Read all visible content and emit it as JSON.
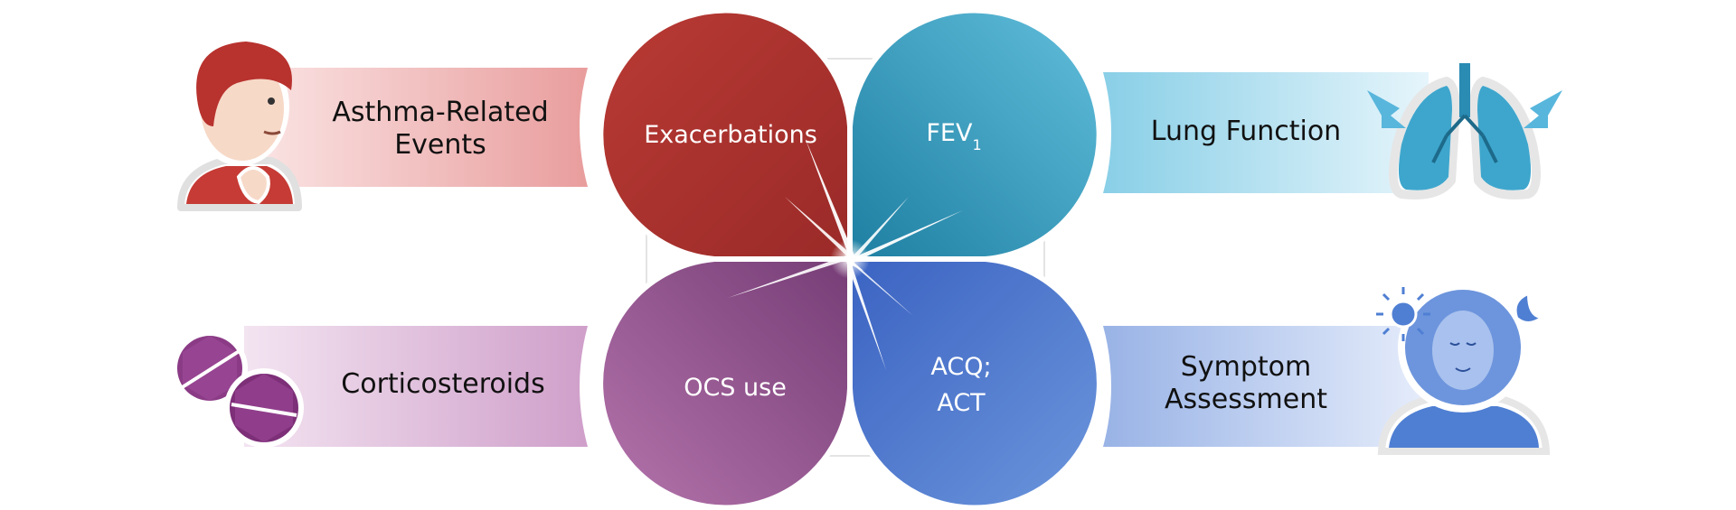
{
  "petals": {
    "top_left": "Exacerbations",
    "top_right_main": "FEV",
    "top_right_sub": "1",
    "bottom_left": "OCS use",
    "bottom_right_line1": "ACQ;",
    "bottom_right_line2": "ACT"
  },
  "bands": {
    "top_left_line1": "Asthma-Related",
    "top_left_line2": "Events",
    "bottom_left": "Corticosteroids",
    "top_right": "Lung Function",
    "bottom_right_line1": "Symptom",
    "bottom_right_line2": "Assessment"
  },
  "icons": {
    "top_left": "patient-holding-throat-icon",
    "bottom_left": "tablets-icon",
    "top_right": "lungs-icon",
    "bottom_right": "patient-headache-icon"
  },
  "colors": {
    "red": "#b03530",
    "teal": "#2f97b8",
    "purple": "#8a4a88",
    "blue": "#4f7fd3"
  }
}
